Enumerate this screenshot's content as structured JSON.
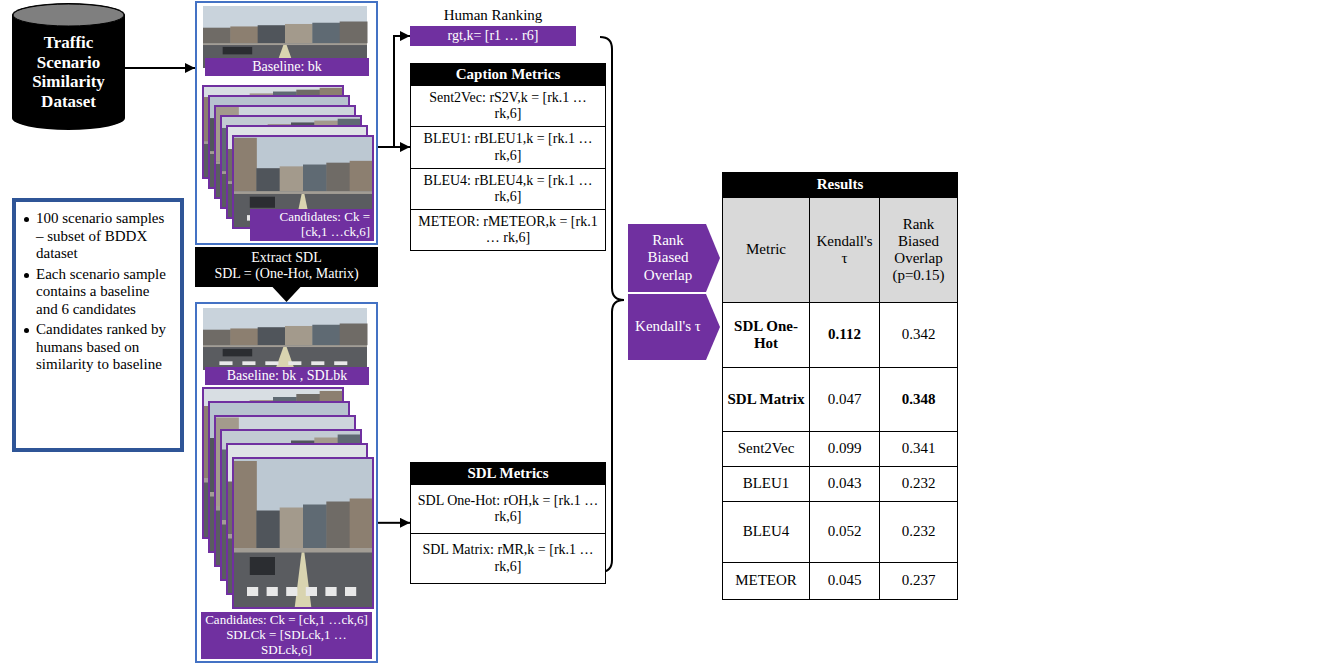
{
  "diagram": {
    "nodes": [
      {
        "text": [
          "Traffic Scenario Similarity Dataset"
        ]
      },
      {
        "text": [
          "100 scenario samples – subset of BDDX dataset",
          "Each scenario sample contains a baseline and 6 candidates",
          "Candidates ranked by humans based on similarity to baseline"
        ]
      },
      {
        "text": []
      },
      {
        "text": [
          "Baseline: bk"
        ],
        "in": 2
      },
      {
        "text": [
          "Candidates: Ck = [ck,1 …ck,6]"
        ],
        "in": 2
      },
      {
        "text": [
          "Extract SDL",
          "SDL = (One-Hot, Matrix)"
        ]
      },
      {
        "text": []
      },
      {
        "text": [
          "Baseline: bk , SDLbk"
        ],
        "in": 6
      },
      {
        "text": [
          "Candidates: Ck = [ck,1 …ck,6]",
          "SDLCk = [SDLck,1 …SDLck,6]"
        ],
        "in": 6
      },
      {
        "text": [
          "Human Ranking",
          "rgt,k= [r1 … r6]"
        ]
      },
      {
        "text": [
          "Caption Metrics",
          "Sent2Vec: rS2V,k = [rk.1 … rk,6]",
          "BLEU1: rBLEU1,k = [rk.1 … rk,6]",
          "BLEU4: rBLEU4,k = [rk.1 … rk,6]",
          "METEOR: rMETEOR,k = [rk.1 … rk,6]"
        ]
      },
      {
        "text": [
          "SDL Metrics",
          "SDL One-Hot: rOH,k = [rk.1 … rk,6]",
          "SDL Matrix: rMR,k = [rk.1 … rk,6]"
        ]
      },
      {
        "text": [
          "Rank Biased Overlap"
        ]
      },
      {
        "text": [
          "Kendall's τ"
        ]
      },
      {
        "text": [
          "Results",
          "Metric",
          "Kendall's τ",
          "Rank Biased Overlap (p=0.15)",
          "SDL One-Hot",
          "0.112",
          "0.342",
          "SDL Matrix",
          "0.047",
          "0.348",
          "Sent2Vec",
          "0.099",
          "0.341",
          "BLEU1",
          "0.043",
          "0.232",
          "BLEU4",
          "0.052",
          "0.232",
          "METEOR",
          "0.045",
          "0.237"
        ]
      }
    ],
    "edges": [
      {
        "from": 0,
        "to": 2,
        "arrow": "to"
      },
      {
        "from": 2,
        "to": 9,
        "arrow": "to"
      },
      {
        "from": 2,
        "to": 10,
        "arrow": "to"
      },
      {
        "from": 6,
        "to": 11,
        "arrow": "to"
      }
    ]
  }
}
